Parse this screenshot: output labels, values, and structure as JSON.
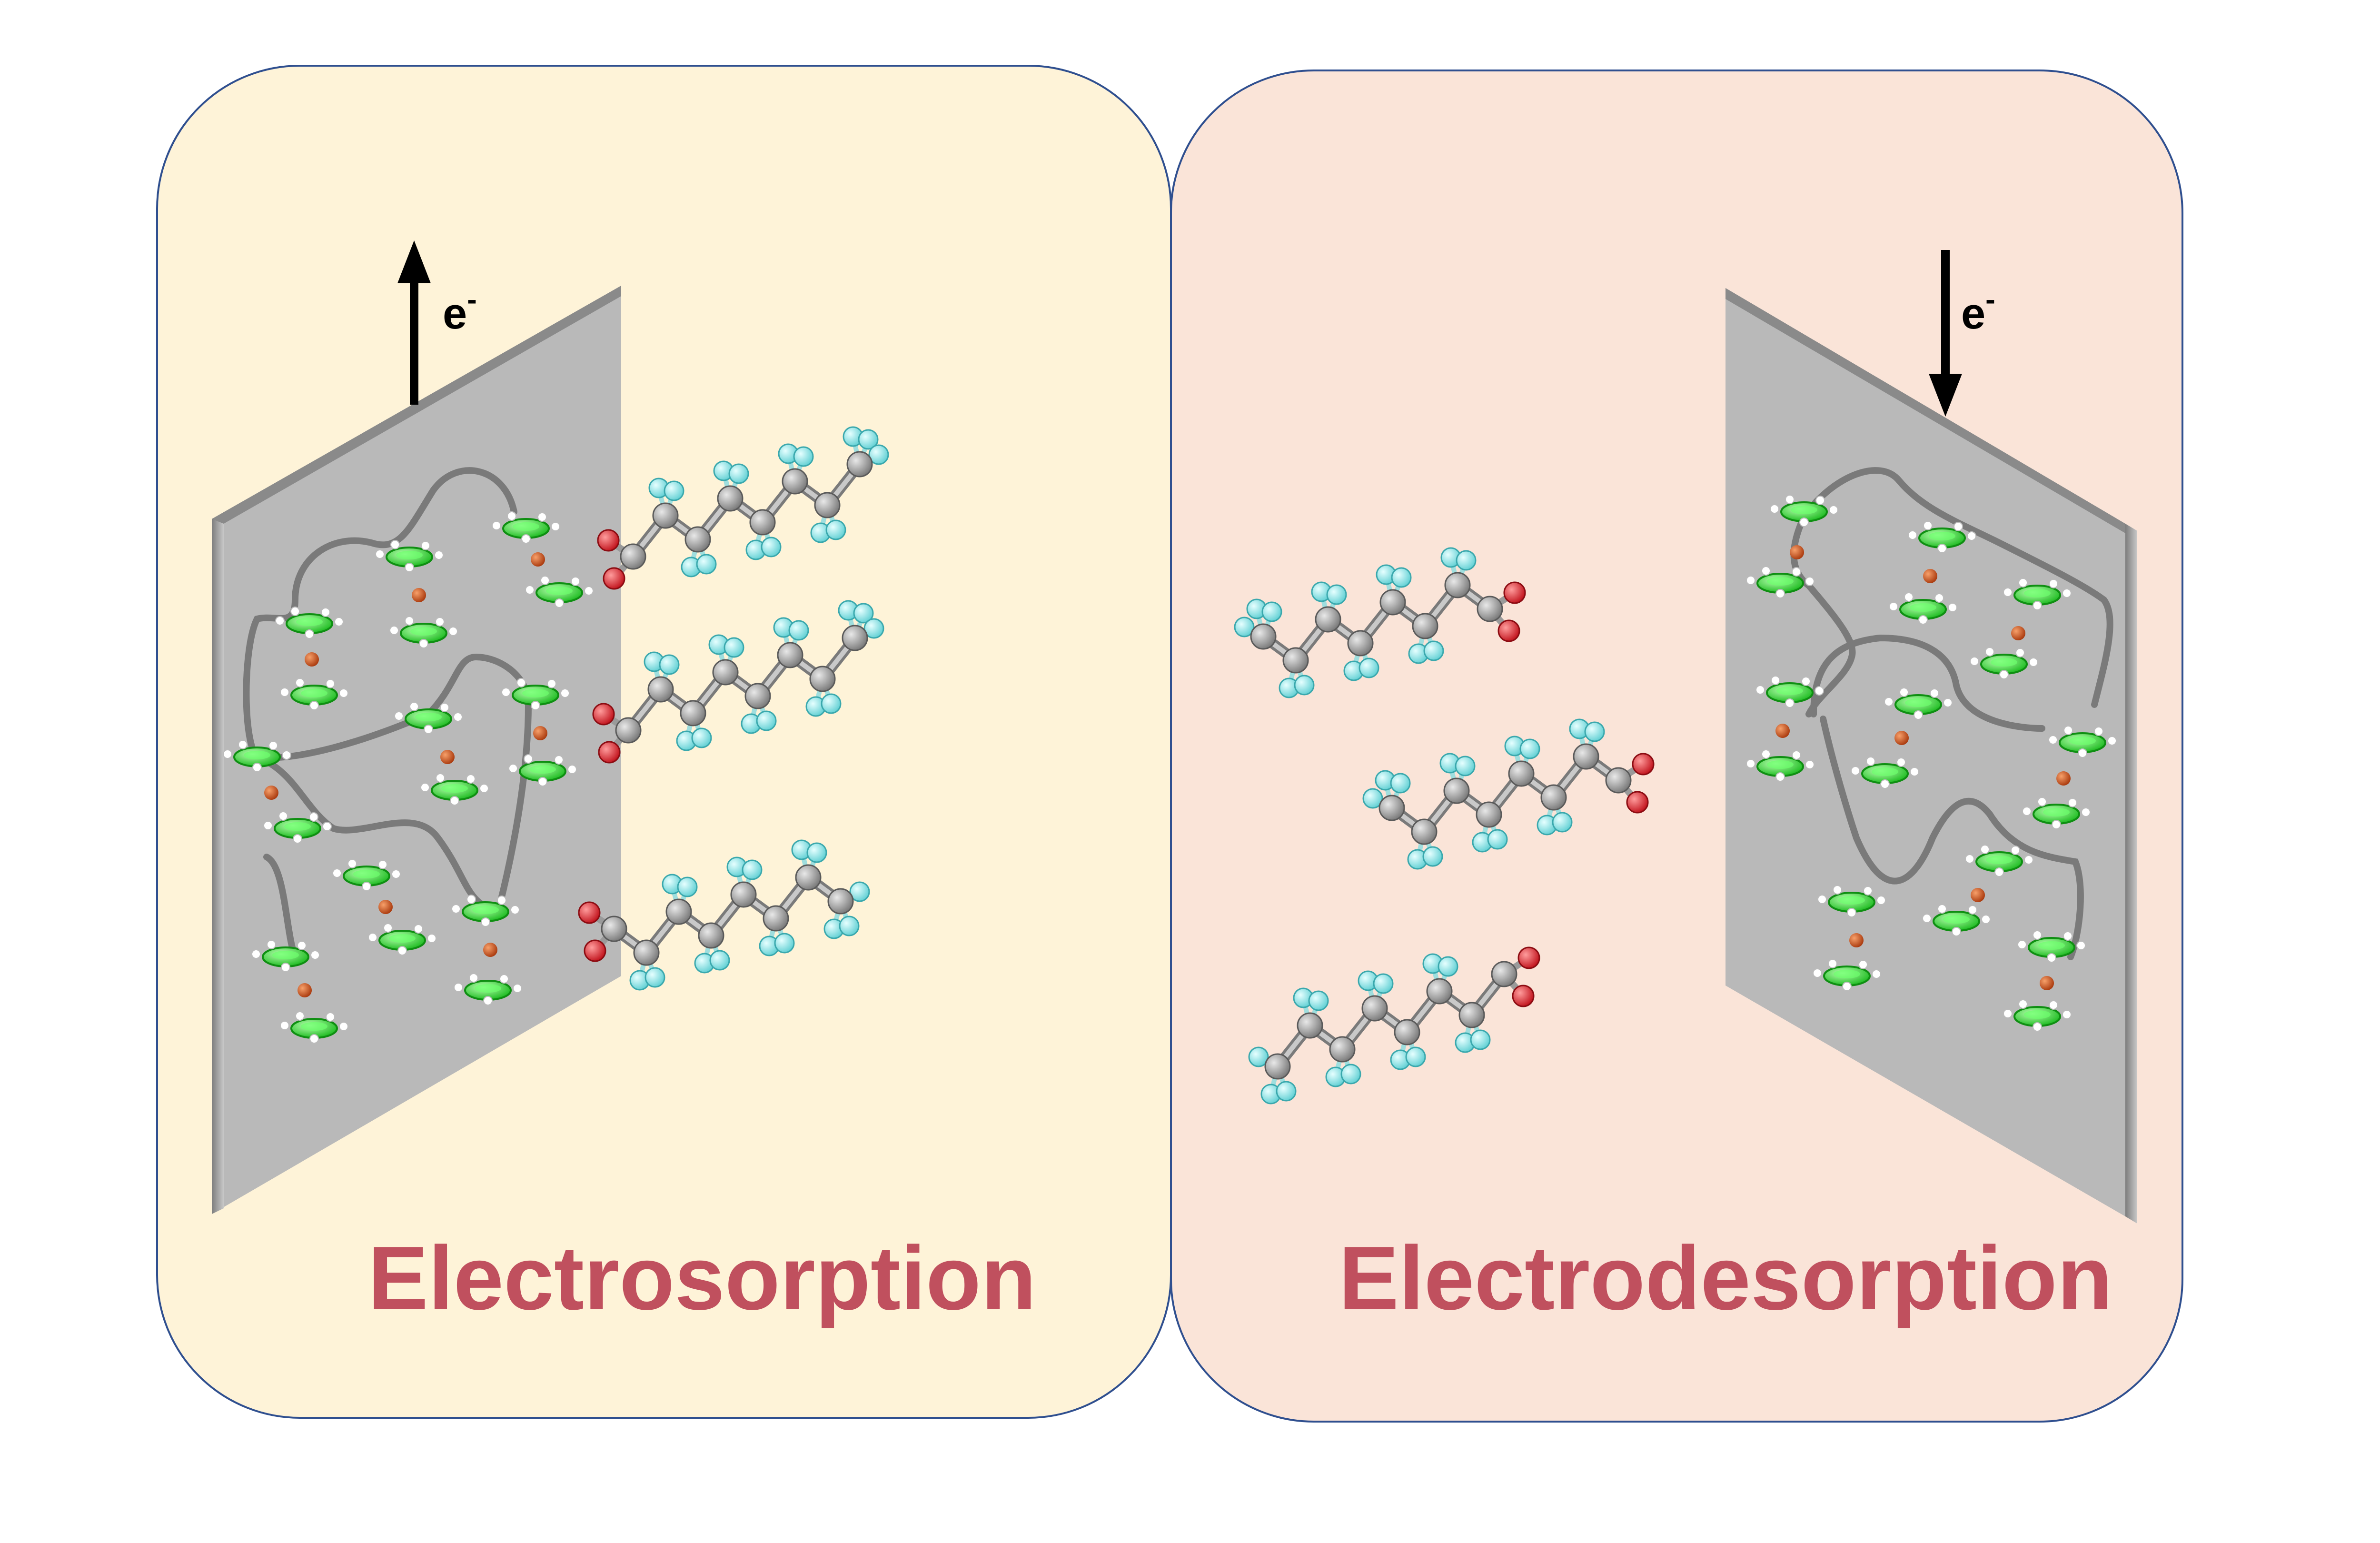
{
  "panels": [
    {
      "title": "Electrosorption",
      "electron_label": "e",
      "electron_charge": "-",
      "electron_direction": "out",
      "background": "#fef3d8"
    },
    {
      "title": "Electrodesorption",
      "electron_label": "e",
      "electron_charge": "-",
      "electron_direction": "in",
      "background": "#fae4d8"
    }
  ],
  "colors": {
    "title": "#c0505e",
    "panel_border": "#2f4f8f",
    "electrode_face": "#b9b9b9",
    "polymer_chain": "#7a7a7a",
    "ferrocene_ring": "#33e033",
    "iron_atom": "#d4561a",
    "carbon_atom": "#9a9a9a",
    "fluorine_atom": "#8ef0f0",
    "oxygen_atom": "#e8262b"
  }
}
